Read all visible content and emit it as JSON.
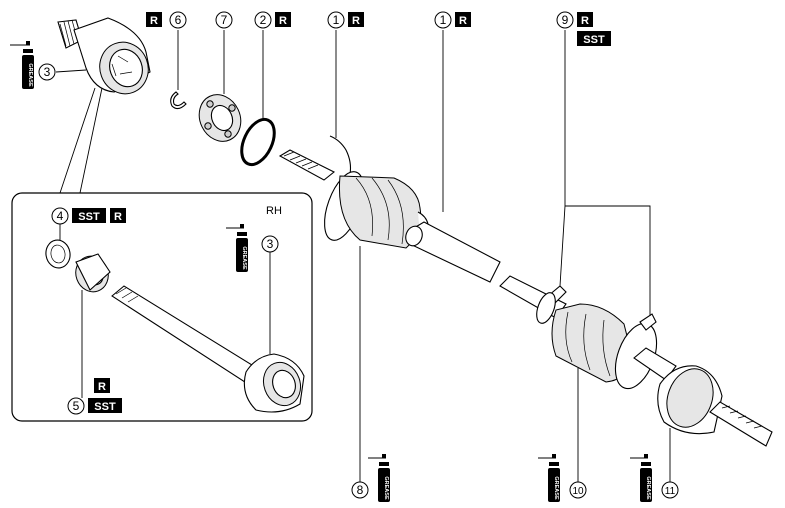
{
  "labels": {
    "repair_tag": "R",
    "sst_tag": "SST",
    "grease_text": "GREASE",
    "rh": "RH"
  },
  "callouts": {
    "c1a": "1",
    "c1b": "1",
    "c2": "2",
    "c3_top": "3",
    "c3_inset": "3",
    "c4": "4",
    "c5": "5",
    "c6": "6",
    "c7": "7",
    "c8": "8",
    "c9": "9",
    "c10": "10",
    "c11": "11"
  }
}
